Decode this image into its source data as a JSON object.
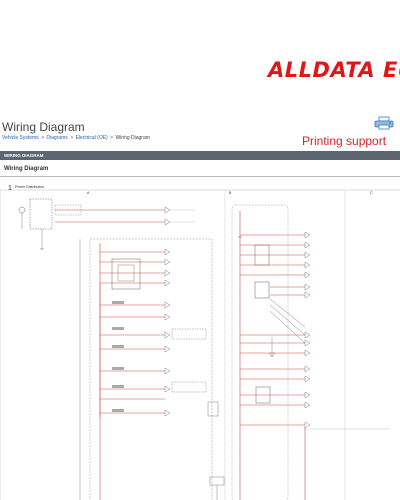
{
  "brand": {
    "text": "ALLDATA EU"
  },
  "page": {
    "title": "Wiring Diagram"
  },
  "breadcrumb": {
    "items": [
      "Vehicle Systems",
      "Diagrams",
      "Electrical (OE)",
      "Wiring Diagram"
    ],
    "separator": ">"
  },
  "print_support": {
    "label": "Printing support",
    "icon": "printer-icon"
  },
  "label_bar": {
    "text": "WIRING DIAGRAM"
  },
  "section": {
    "title": "Wiring Diagram"
  },
  "diagram": {
    "page_number": "1",
    "subtitle": "Power Distribution",
    "columns": [
      "A",
      "B",
      "C"
    ],
    "wire_color": "#d24b4b",
    "line_color": "#666666"
  },
  "colors": {
    "brand_red": "#e0161b",
    "link_blue": "#1f62b5",
    "bar_gray": "#5b6670",
    "print_red": "#d6232a"
  }
}
